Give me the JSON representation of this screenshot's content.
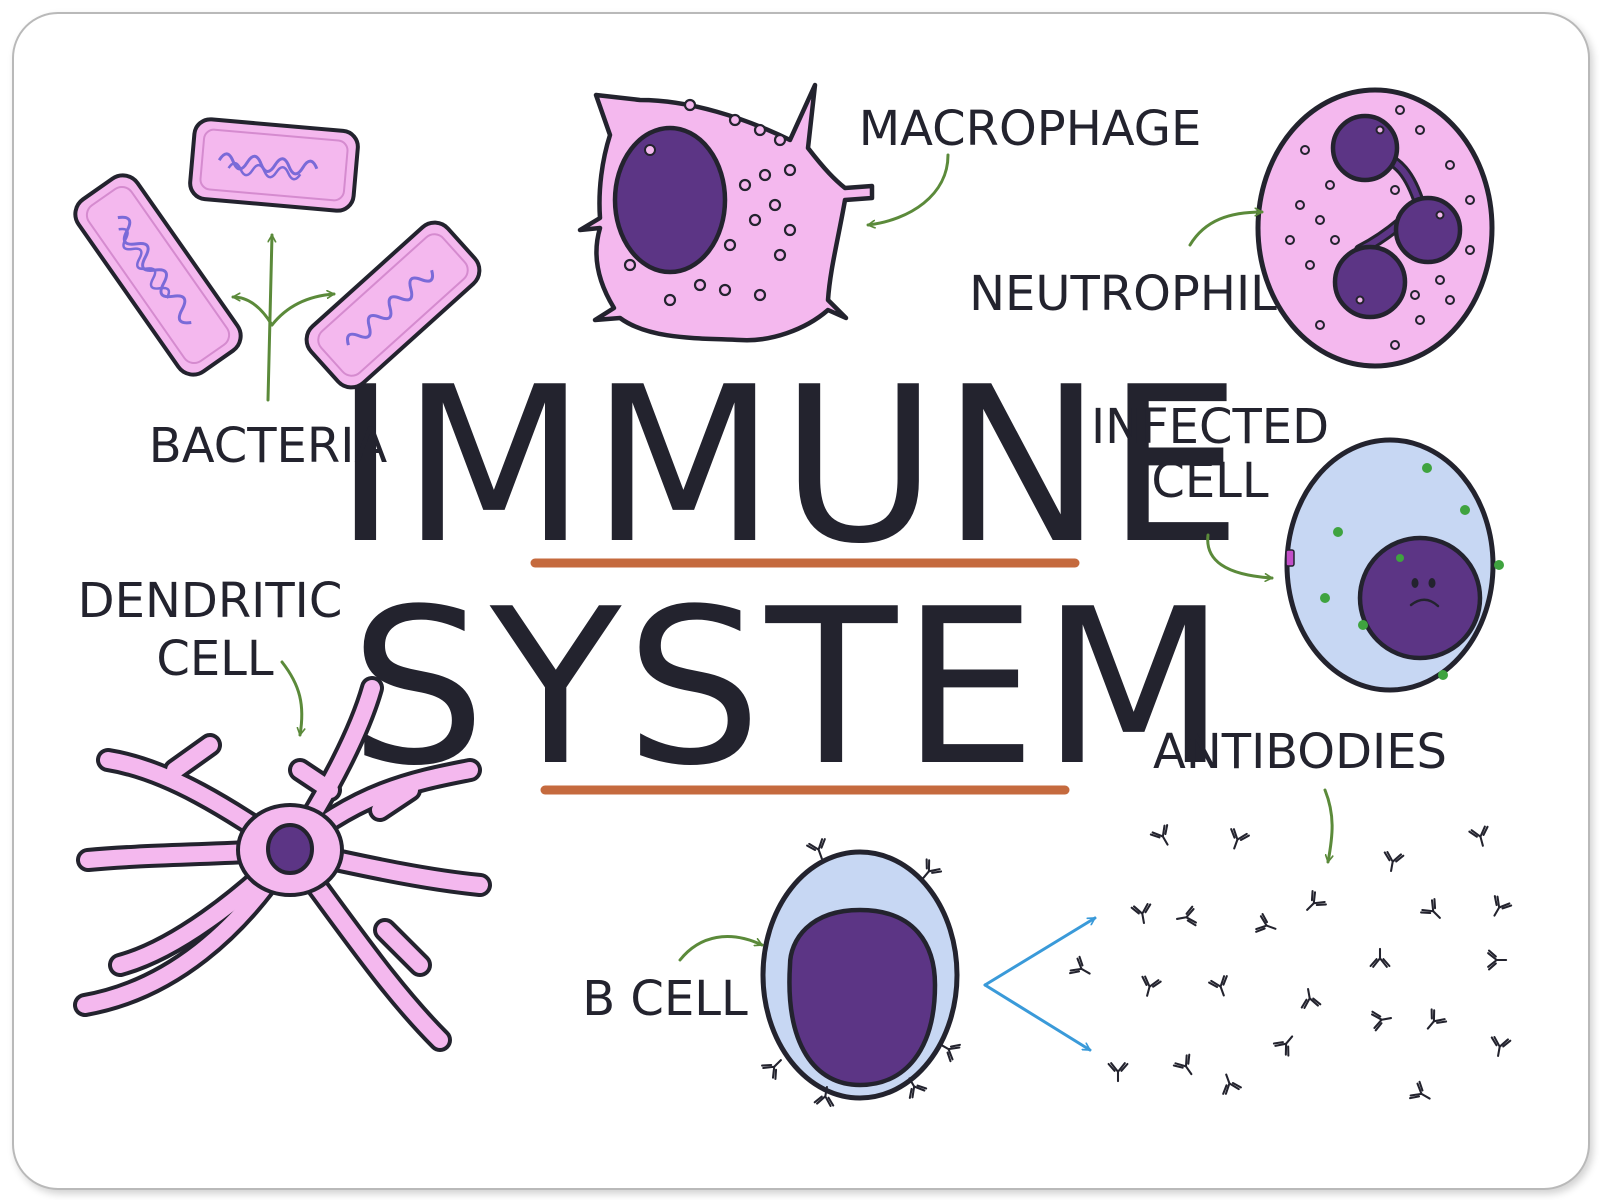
{
  "title": {
    "line1": "IMMUNE",
    "line2": "SYSTEM"
  },
  "labels": {
    "macrophage": "MACROPHAGE",
    "neutrophil": "NEUTROPHIL",
    "bacteria": "BACTERIA",
    "infected_line1": "INFECTED",
    "infected_line2": "CELL",
    "dendritic_line1": "DENDRITIC",
    "dendritic_line2": "CELL",
    "antibodies": "ANTIBODIES",
    "b_cell": "B CELL"
  },
  "colors": {
    "outline": "#23232e",
    "cell_pink": "#f4b8ee",
    "nucleus_purple": "#5c3585",
    "cytoplasm_blue": "#c7d7f3",
    "arrow_green": "#5b8a3a",
    "arrow_blue": "#3a9ad9",
    "underline_orange": "#c56a3e",
    "virus_green": "#3fa33f",
    "dna_purple": "#7a6ad8"
  }
}
